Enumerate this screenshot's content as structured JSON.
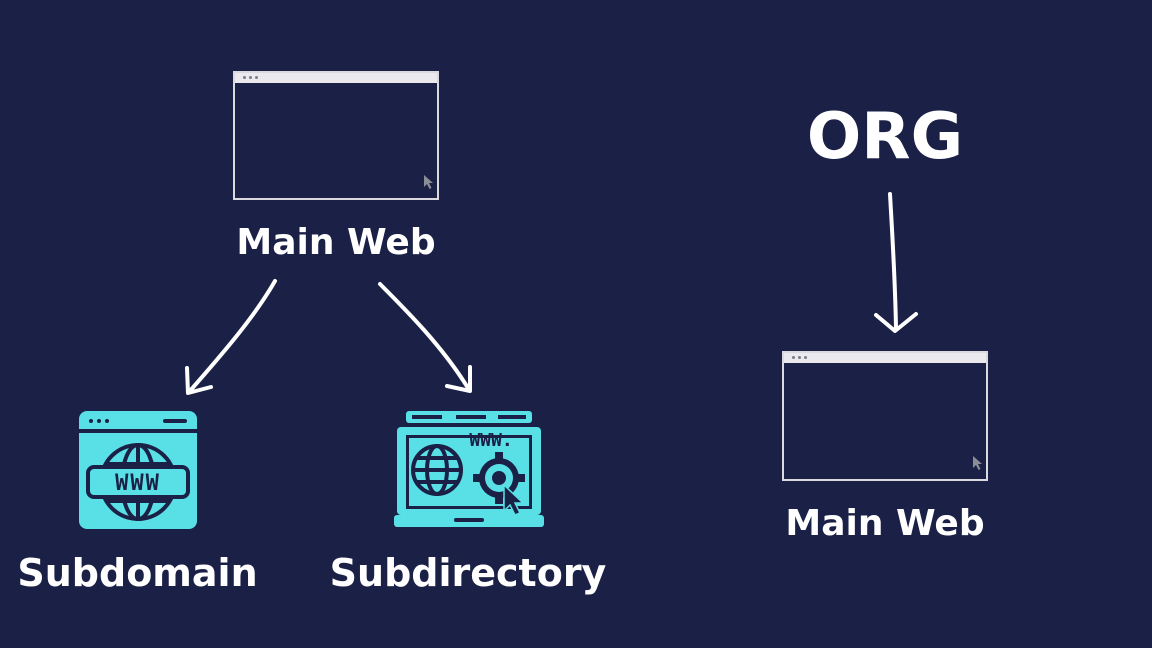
{
  "left_diagram": {
    "root_label": "Main Web",
    "children": [
      {
        "label": "Subdomain",
        "icon": "www-window-icon"
      },
      {
        "label": "Subdirectory",
        "icon": "www-laptop-gear-icon"
      }
    ]
  },
  "right_diagram": {
    "top_label": "ORG",
    "bottom_label": "Main Web"
  },
  "icon_text": {
    "subdomain_www": "WWW",
    "subdirectory_www": "WWW."
  },
  "colors": {
    "background": "#1a2046",
    "text": "#ffffff",
    "icon_accent": "#59e0e6",
    "icon_dark": "#1a2046"
  }
}
